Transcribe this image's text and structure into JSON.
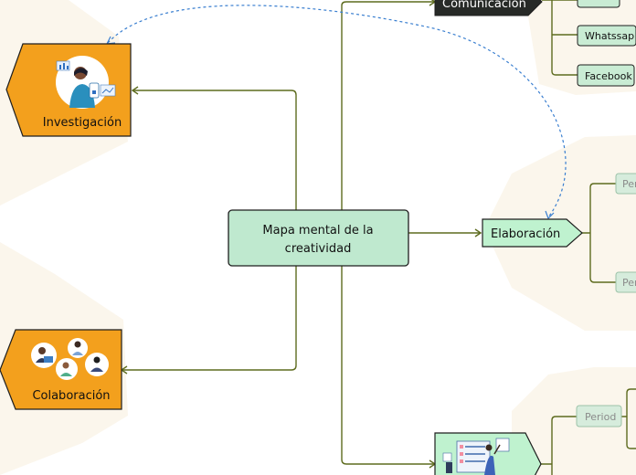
{
  "central": {
    "line1": "Mapa mental de la",
    "line2": "creatividad"
  },
  "nodes": {
    "comunicacion": "Comunicación",
    "investigacion": "Investigación",
    "colaboracion": "Colaboración",
    "elaboracion": "Elaboración"
  },
  "leaves": {
    "whatssap": "Whatssap",
    "facebook": "Facebook",
    "periodo_top": "Peri",
    "periodo_bottom": "Peri",
    "period_lower": "Period"
  },
  "colors": {
    "line": "#5d6b1e",
    "dash": "#3a7fd0",
    "central_fill": "#bfe9cf",
    "orange": "#f3a01d",
    "dark": "#272a27",
    "green": "#bff2cf",
    "leaf_fill": "#c9ecd4",
    "faded_leaf": "#d6ecdc",
    "cream": "#fbf6ec"
  },
  "icons": {
    "investigacion": "researcher-illustration-icon",
    "colaboracion": "team-collaboration-illustration-icon",
    "lower": "checklist-illustration-icon"
  }
}
